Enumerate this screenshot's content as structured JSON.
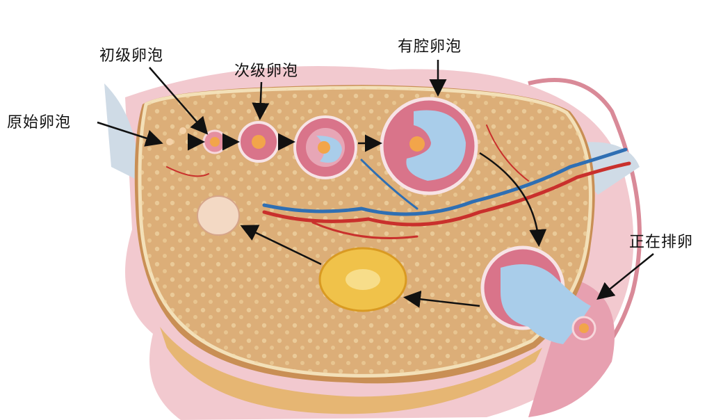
{
  "labels": {
    "primordial": "原始卵泡",
    "primary": "初级卵泡",
    "secondary": "次级卵泡",
    "antral": "有腔卵泡",
    "ovulating": "正在排卵"
  },
  "colors": {
    "ovary": "#dcae78",
    "ovary_edge": "#f3e0b8",
    "hand": "#f2c9cf",
    "follicle_wall": "#d9748a",
    "antrum": "#a9cdea",
    "corpus_luteum": "#f0c24a",
    "artery": "#c9302c",
    "vein": "#2f6fb3"
  }
}
